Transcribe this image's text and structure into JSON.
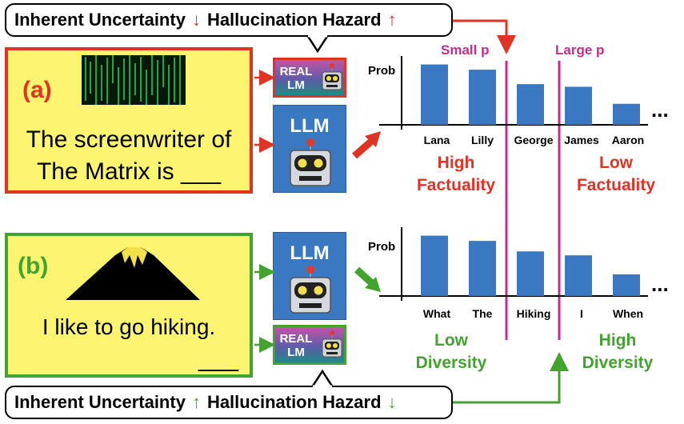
{
  "top_bubble": {
    "uncertainty": "Inherent Uncertainty",
    "up_arrow": "↓",
    "hazard": "Hallucination Hazard",
    "hazard_arrow": "↑"
  },
  "bottom_bubble": {
    "uncertainty": "Inherent Uncertainty",
    "up_arrow": "↑",
    "hazard": "Hallucination Hazard",
    "hazard_arrow": "↓"
  },
  "panel_a": {
    "label": "(a)",
    "prompt_line1": "The screenwriter of",
    "prompt_line2": "The Matrix is ___",
    "llm": "LLM",
    "real_line1": "REAL",
    "real_line2": "LM",
    "prob_label": "Prob",
    "ellipsis": "...",
    "ann_left_1": "High",
    "ann_left_2": "Factuality",
    "ann_right_1": "Low",
    "ann_right_2": "Factuality",
    "chart_data": {
      "type": "bar",
      "categories": [
        "Lana",
        "Lilly",
        "George",
        "James",
        "Aaron"
      ],
      "values": [
        0.92,
        0.84,
        0.62,
        0.58,
        0.32
      ],
      "ylabel": "Prob"
    }
  },
  "panel_b": {
    "label": "(b)",
    "prompt_line1": "I like to go hiking.",
    "prompt_blank": "___",
    "llm": "LLM",
    "real_line1": "REAL",
    "real_line2": "LM",
    "prob_label": "Prob",
    "ellipsis": "...",
    "ann_left_1": "Low",
    "ann_left_2": "Diversity",
    "ann_right_1": "High",
    "ann_right_2": "Diversity",
    "chart_data": {
      "type": "bar",
      "categories": [
        "What",
        "The",
        "Hiking",
        "I",
        "When"
      ],
      "values": [
        0.92,
        0.84,
        0.68,
        0.62,
        0.33
      ],
      "ylabel": "Prob"
    }
  },
  "thresholds": {
    "small": "Small p",
    "large": "Large p"
  },
  "colors": {
    "red": "#e13324",
    "green": "#43a32f",
    "bar": "#3a78c2",
    "threshold": "#c12f8a",
    "prompt_bg": "#fdf56f"
  }
}
